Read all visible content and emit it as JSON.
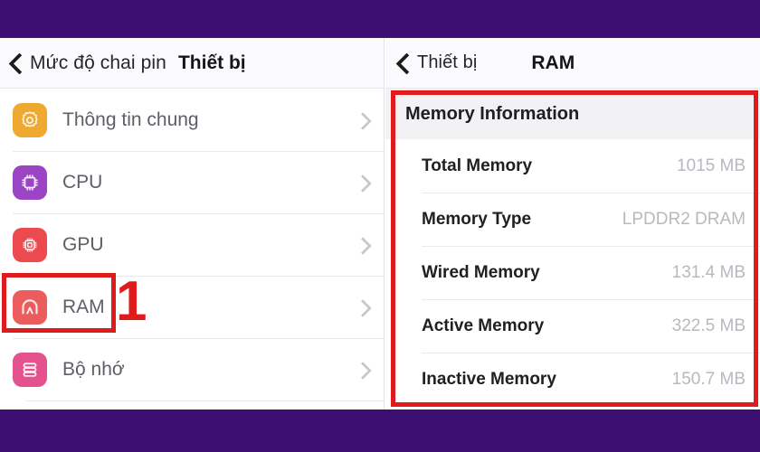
{
  "chrome": {
    "band_color": "#3d0f72"
  },
  "left_pane": {
    "navbar": {
      "back_label": "Mức độ chai pin",
      "title": "Thiết bị",
      "back_icon": "chevron-left-icon"
    },
    "items": [
      {
        "label": "Thông tin chung",
        "icon": "gear-icon",
        "icon_color": "#efa830",
        "chevron": "chevron-right-icon"
      },
      {
        "label": "CPU",
        "icon": "cpu-chip-icon",
        "icon_color": "#9b45c4",
        "chevron": "chevron-right-icon"
      },
      {
        "label": "GPU",
        "icon": "gpu-chip-icon",
        "icon_color": "#ec4a4f",
        "chevron": "chevron-right-icon"
      },
      {
        "label": "RAM",
        "icon": "ram-arch-icon",
        "icon_color": "#ea5d5c",
        "chevron": "chevron-right-icon"
      },
      {
        "label": "Bộ nhớ",
        "icon": "storage-bars-icon",
        "icon_color": "#e4528e",
        "chevron": "chevron-right-icon"
      }
    ]
  },
  "right_pane": {
    "navbar": {
      "back_label": "Thiết bị",
      "title": "RAM",
      "back_icon": "chevron-left-icon"
    },
    "section_title": "Memory Information",
    "rows": [
      {
        "key": "Total Memory",
        "value": "1015 MB"
      },
      {
        "key": "Memory Type",
        "value": "LPDDR2 DRAM"
      },
      {
        "key": "Wired Memory",
        "value": "131.4 MB"
      },
      {
        "key": "Active Memory",
        "value": "322.5 MB"
      },
      {
        "key": "Inactive Memory",
        "value": "150.7 MB"
      }
    ]
  },
  "annotations": {
    "step_number": "1",
    "highlight_color": "#e01b1b"
  }
}
